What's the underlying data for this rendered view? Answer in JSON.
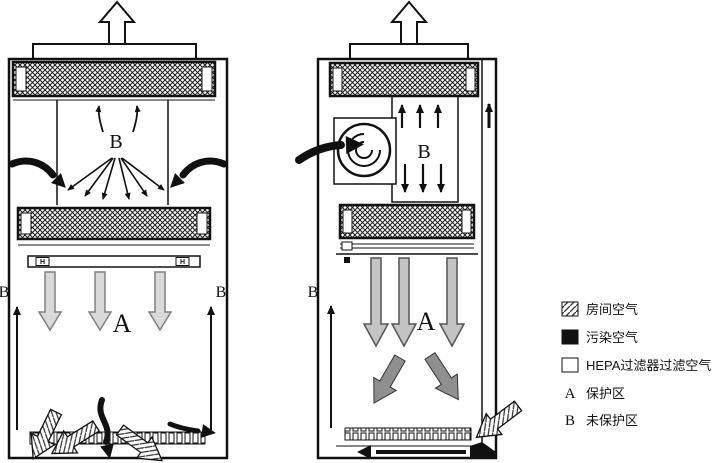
{
  "diagram": {
    "title": "biosafety-cabinet-airflow-diagram",
    "left_cabinet": {
      "plenum_label": "B",
      "work_label": "A",
      "side_left_label": "B",
      "side_right_label": "B",
      "clip_left": "H",
      "clip_right": "H"
    },
    "right_cabinet": {
      "plenum_label": "B",
      "work_label": "A",
      "side_left_label": "B"
    },
    "legend": {
      "items": [
        {
          "swatch": "hatched",
          "label": "房间空气"
        },
        {
          "swatch": "black",
          "label": "污染空气"
        },
        {
          "swatch": "white",
          "label": "HEPA过滤器过滤空气"
        },
        {
          "symbol": "A",
          "label": "保护区"
        },
        {
          "symbol": "B",
          "label": "未保护区"
        }
      ]
    },
    "colors": {
      "line": "#111111",
      "gray_arrow": "#c4c4c4",
      "dark_gray_arrow": "#8f8f8f"
    }
  }
}
